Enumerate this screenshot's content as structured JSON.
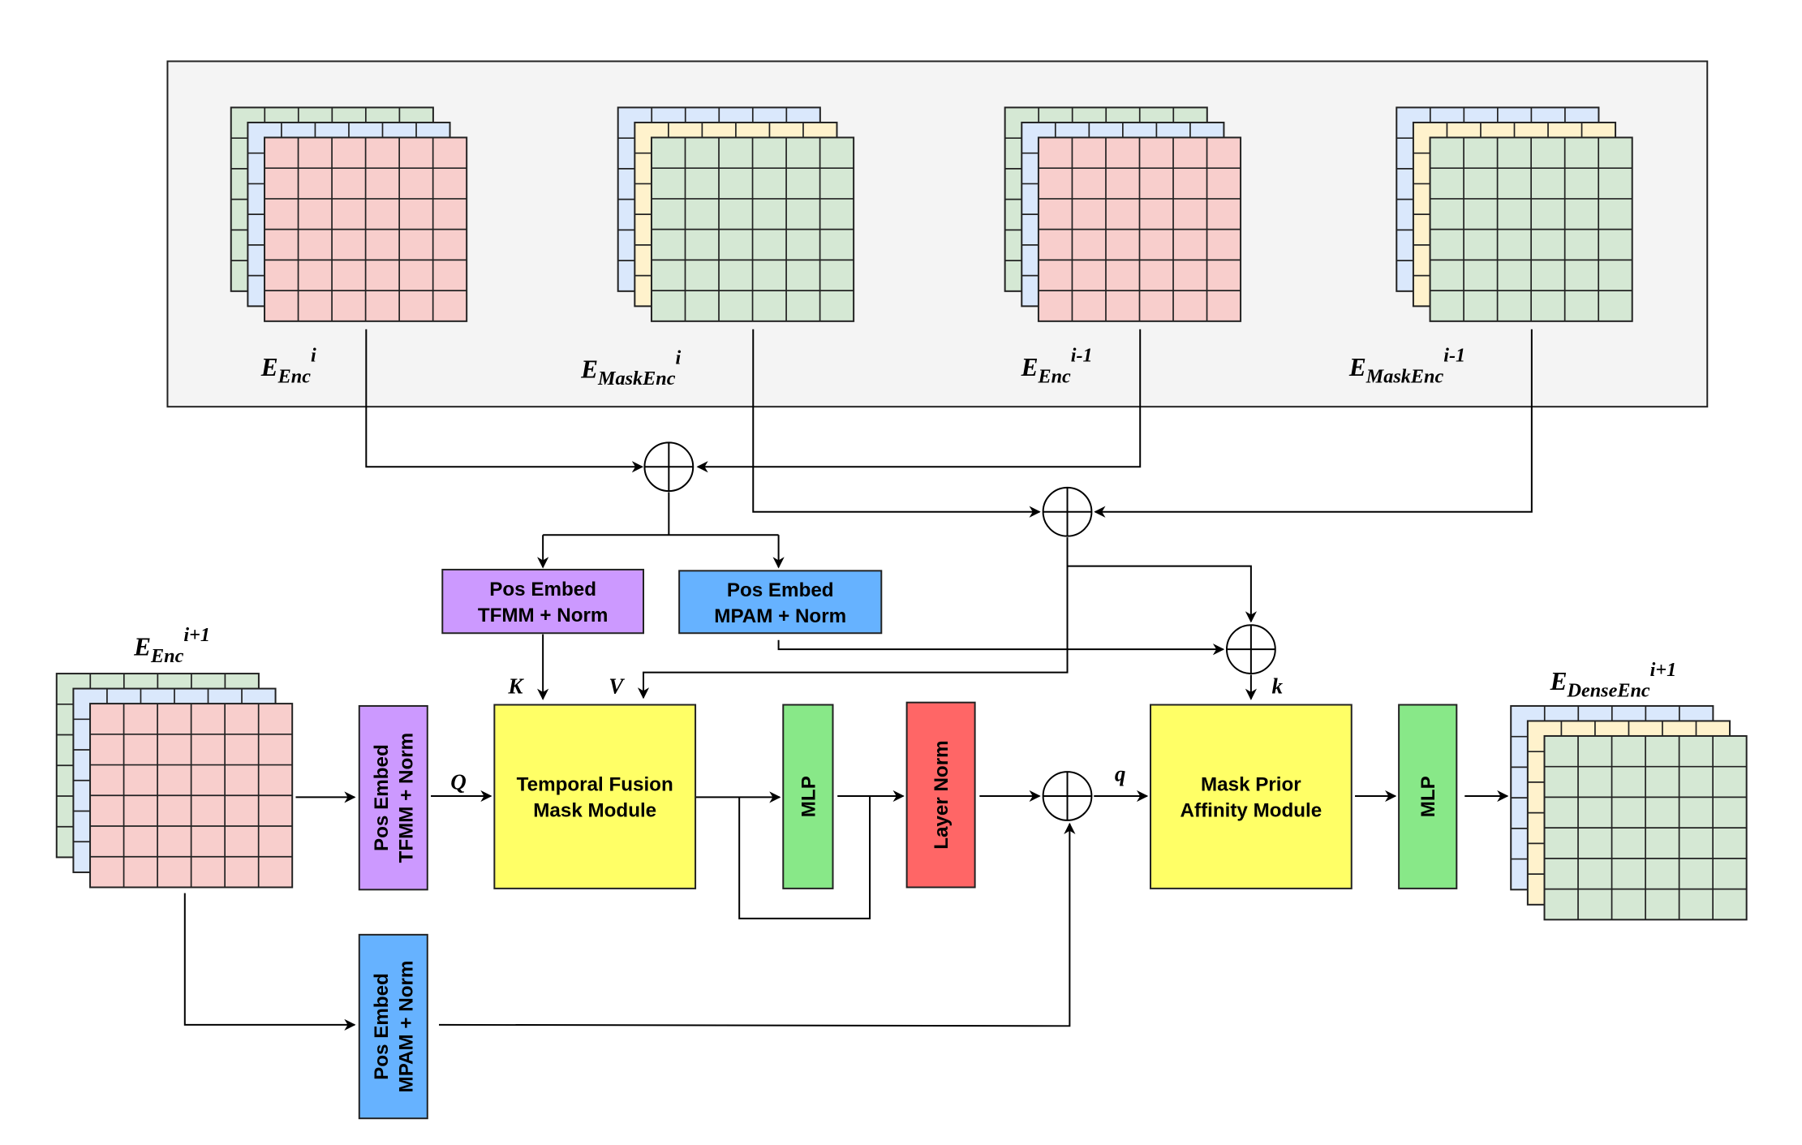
{
  "colors": {
    "panel": "#f4f4f4",
    "red_layer": "#f8cecc",
    "green_layer": "#d5e8d4",
    "blue_layer": "#dae8fc",
    "yellow_layer": "#fff2cc",
    "purple_box": "#cc99ff",
    "blue_box": "#66b2ff",
    "yellow_box": "#ffff66",
    "green_box": "#88e888",
    "red_box": "#ff6666"
  },
  "labels": {
    "enc_i": {
      "base": "E",
      "sub": "Enc",
      "sup": "i"
    },
    "maskenc_i": {
      "base": "E",
      "sub": "MaskEnc",
      "sup": "i"
    },
    "enc_im1": {
      "base": "E",
      "sub": "Enc",
      "sup": "i-1"
    },
    "maskenc_im1": {
      "base": "E",
      "sub": "MaskEnc",
      "sup": "i-1"
    },
    "enc_ip1": {
      "base": "E",
      "sub": "Enc",
      "sup": "i+1"
    },
    "denseenc_ip1": {
      "base": "E",
      "sub": "DenseEnc",
      "sup": "i+1"
    }
  },
  "boxes": {
    "pos_tfmm_top": {
      "line1": "Pos Embed",
      "line2": "TFMM + Norm"
    },
    "pos_mpam_top": {
      "line1": "Pos Embed",
      "line2": "MPAM + Norm"
    },
    "pos_tfmm_side": {
      "line1": "Pos Embed",
      "line2": "TFMM + Norm"
    },
    "pos_mpam_side": {
      "line1": "Pos Embed",
      "line2": "MPAM + Norm"
    },
    "tfmm": {
      "line1": "Temporal Fusion",
      "line2": "Mask Module"
    },
    "mlp1": {
      "line1": "MLP"
    },
    "layernorm": {
      "line1": "Layer Norm"
    },
    "mpam": {
      "line1": "Mask Prior",
      "line2": "Affinity Module"
    },
    "mlp2": {
      "line1": "MLP"
    }
  },
  "symbols": {
    "K": "K",
    "V": "V",
    "Q": "Q",
    "q": "q",
    "k": "k"
  }
}
